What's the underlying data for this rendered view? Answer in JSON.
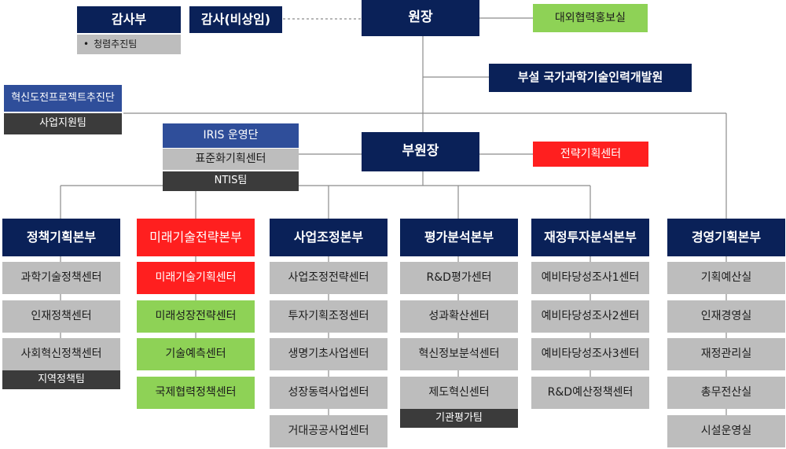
{
  "top": {
    "audit": "감사부",
    "auditor": "감사(비상임)",
    "director": "원장",
    "external_pr": "대외협력홍보실",
    "integrity_team": "청렴추진팀",
    "affiliate": "부설 국가과학기술인력개발원",
    "innovation_group": "혁신도전프로젝트추진단",
    "business_support": "사업지원팀",
    "iris_group": "IRIS 운영단",
    "standard_center": "표준화기획센터",
    "ntis_team": "NTIS팀",
    "vice_director": "부원장",
    "strategy_center": "전략기획센터"
  },
  "divisions": [
    {
      "title": "정책기획본부",
      "units": [
        "과학기술정책센터",
        "인재정책센터",
        "사회혁신정책센터"
      ],
      "team": "지역정책팀"
    },
    {
      "title": "미래기술전략본부",
      "units": [
        "미래기술기획센터",
        "미래성장전략센터",
        "기술예측센터",
        "국제협력정책센터"
      ]
    },
    {
      "title": "사업조정본부",
      "units": [
        "사업조정전략센터",
        "투자기획조정센터",
        "생명기초사업센터",
        "성장동력사업센터",
        "거대공공사업센터"
      ]
    },
    {
      "title": "평가분석본부",
      "units": [
        "R&D평가센터",
        "성과확산센터",
        "혁신정보분석센터",
        "제도혁신센터"
      ],
      "team": "기관평가팀"
    },
    {
      "title": "재정투자분석본부",
      "units": [
        "예비타당성조사1센터",
        "예비타당성조사2센터",
        "예비타당성조사3센터",
        "R&D예산정책센터"
      ]
    },
    {
      "title": "경영기획본부",
      "units": [
        "기획예산실",
        "인재경영실",
        "재정관리실",
        "총무전산실",
        "시설운영실"
      ]
    }
  ],
  "colors": {
    "navy": "#0a2158",
    "blue": "#2f4e9a",
    "gray": "#bdbdbd",
    "dark": "#3b3b3b",
    "green": "#8ed256",
    "red": "#ff1f1f",
    "line": "#8c8c8c"
  }
}
